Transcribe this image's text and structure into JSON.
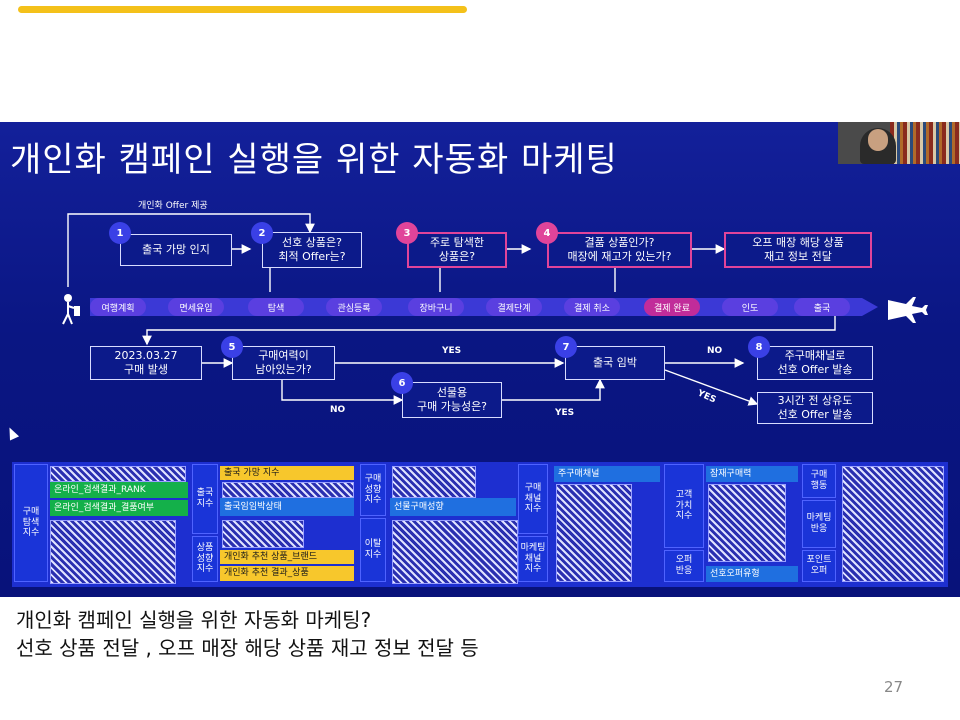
{
  "slide_title": "개인화 캠페인 실행을 위한 자동화 마케팅",
  "flow": {
    "offer_label": "개인화 Offer 제공",
    "steps": [
      {
        "num": "1",
        "text": "출국 가망 인지"
      },
      {
        "num": "2",
        "text": "선호 상품은?\n최적 Offer는?"
      },
      {
        "num": "3",
        "text": "주로 탐색한\n상품은?"
      },
      {
        "num": "4",
        "text": "결품 상품인가?\n매장에 재고가 있는가?"
      },
      {
        "num": "",
        "text": "오프 매장 해당 상품\n재고 정보 전달"
      }
    ],
    "journey": [
      "여행계획",
      "면세유입",
      "탐색",
      "관심등록",
      "장바구니",
      "결제단계",
      "결제 취소",
      "결제 완료",
      "인도",
      "출국"
    ],
    "date_box": "2023.03.27\n구매 발생",
    "step5": {
      "num": "5",
      "text": "구매여력이\n남아있는가?"
    },
    "step6": {
      "num": "6",
      "text": "선물용\n구매 가능성은?"
    },
    "step7": {
      "num": "7",
      "text": "출국 임박"
    },
    "step8": {
      "num": "8",
      "text": "주구매채널로\n선호 Offer 발송"
    },
    "step9": {
      "text": "3시간 전 상유도\n선호 Offer 발송"
    },
    "yes": "YES",
    "no": "NO"
  },
  "panel": {
    "col1_head": "구매\n탐색\n지수",
    "rank_rows": [
      "온라인_검색결과_RANK",
      "온라인_검색결과_결품여부"
    ],
    "col2_heads": [
      "출국\n지수",
      "상품\n성향\n지수"
    ],
    "col2_rows": [
      "출국 가망 지수",
      "출국임임박상태",
      "개인화 추천 상품_브랜드",
      "개인화 추천 결과_상품"
    ],
    "col3_heads": [
      "구매\n성향\n지수",
      "이탈\n지수"
    ],
    "col3_rows": [
      "선물구매성향"
    ],
    "col4_heads": [
      "구매\n채널\n지수",
      "마케팅\n채널\n지수"
    ],
    "col4_rows": [
      "주구매채널"
    ],
    "col5_heads": [
      "고객\n가치\n지수",
      "오퍼\n반응"
    ],
    "col5_rows": [
      "잠재구매력",
      "선호오퍼유형"
    ],
    "col6_heads": [
      "구매\n행동",
      "마케팅\n반응",
      "포인트\n오퍼"
    ]
  },
  "caption_line1": "개인화 캠페인 실행을 위한 자동화 마케팅?",
  "caption_line2": "선호 상품 전달 , 오프 매장 해당 상품 재고 정보 전달 등",
  "page_number": "27",
  "colors": {
    "accent_yellow": "#f4c11a",
    "slide_blue": "#0c1a8a",
    "pink": "#e0449a",
    "panel_blue": "#1d2fd0"
  }
}
